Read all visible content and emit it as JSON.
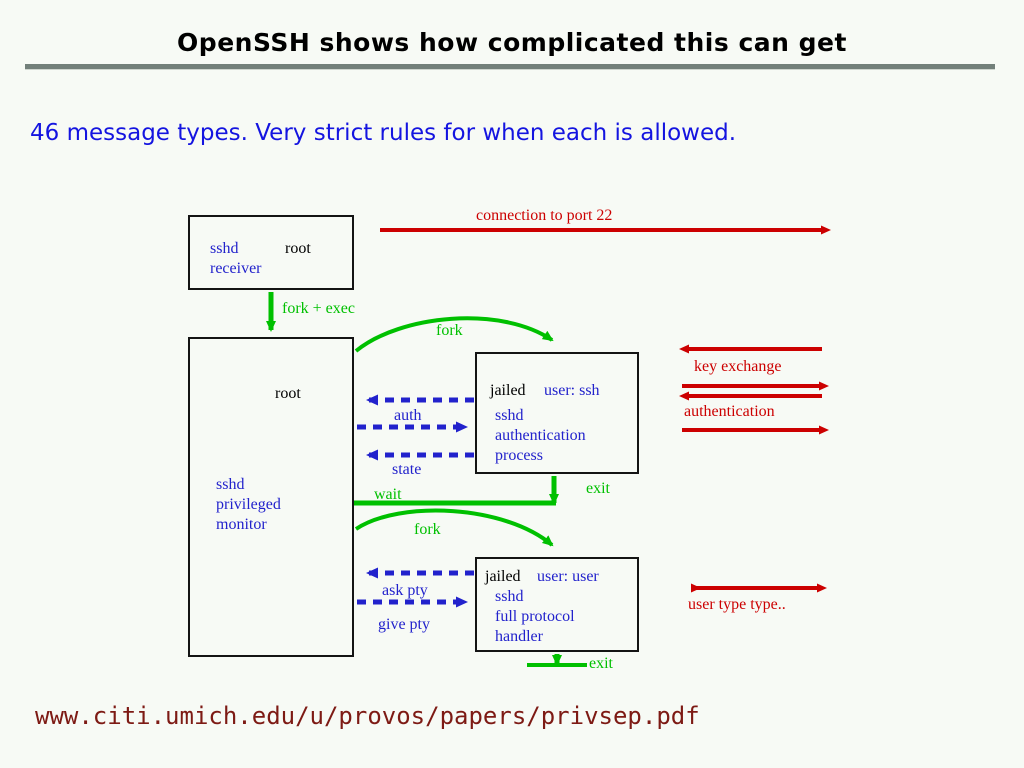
{
  "slide": {
    "title": "OpenSSH shows how complicated this can get",
    "subtitle": "46 message types.  Very strict rules for when each is allowed.",
    "footer_url": "www.citi.umich.edu/u/provos/papers/privsep.pdf",
    "background_color": "#f7faf5",
    "rule_color": "#73807a"
  },
  "colors": {
    "title_text": "#000000",
    "subtitle_text": "#1414e0",
    "footer_text": "#7d1a14",
    "red_arrow": "#cc0000",
    "green_arrow": "#00c000",
    "blue_arrow": "#2222cc",
    "box_border": "#141414",
    "box_label_blue": "#2222cc",
    "box_label_black": "#000000"
  },
  "diagram": {
    "boxes": [
      {
        "id": "receiver",
        "name": "sshd-receiver-box",
        "primary_label": "sshd",
        "user_label": "root",
        "lines": [
          "receiver"
        ]
      },
      {
        "id": "monitor",
        "name": "sshd-privileged-monitor-box",
        "user_label": "root",
        "lines": [
          "sshd",
          "privileged",
          "monitor"
        ]
      },
      {
        "id": "auth",
        "name": "jailed-auth-process-box",
        "jail_label": "jailed",
        "user_label": "user: ssh",
        "lines": [
          "sshd",
          "authentication",
          "process"
        ]
      },
      {
        "id": "handler",
        "name": "jailed-full-protocol-handler-box",
        "jail_label": "jailed",
        "user_label": "user: user",
        "lines": [
          "sshd",
          "full protocol",
          "handler"
        ]
      }
    ],
    "labels": {
      "connection": "connection to port 22",
      "fork_exec": "fork + exec",
      "fork_auth": "fork",
      "fork_handler": "fork",
      "auth": "auth",
      "state": "state",
      "wait": "wait",
      "exit_auth": "exit",
      "exit_handler": "exit",
      "ask_pty": "ask pty",
      "give_pty": "give pty",
      "key_exchange": "key exchange",
      "authentication": "authentication",
      "user_type": "user type type.."
    }
  }
}
